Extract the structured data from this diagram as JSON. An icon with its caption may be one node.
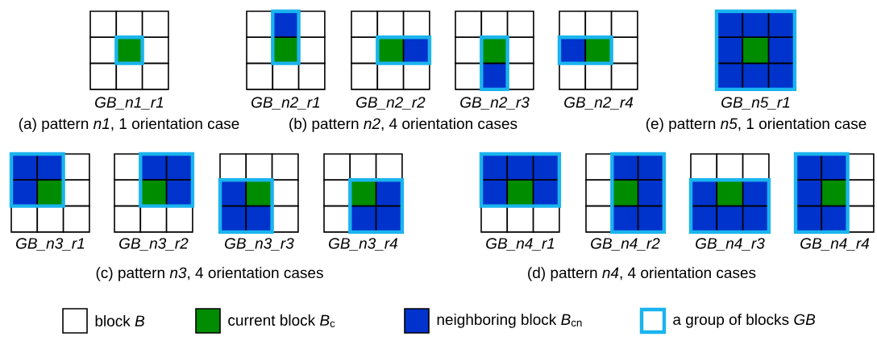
{
  "diagram": {
    "labels": [
      "GB_n1_r1",
      "GB_n2_r1",
      "GB_n2_r2",
      "GB_n2_r3",
      "GB_n2_r4",
      "GB_n5_r1",
      "(a) pattern *n1*, 1 orientation case",
      "(b) pattern *n2*, 4 orientation cases",
      "(e) pattern *n5*, 1 orientation case",
      "GB_n3_r1",
      "GB_n3_r2",
      "GB_n3_r3",
      "GB_n3_r4",
      "GB_n4_r1",
      "GB_n4_r2",
      "GB_n4_r3",
      "GB_n4_r4",
      "(c) pattern *n3*, 4 orientation cases",
      "(d) pattern *n4*, 4 orientation cases"
    ],
    "legend": [
      {
        "text": "block *B*"
      },
      {
        "text": "current block *B*$_{c}$",
        "color": "#008c00"
      },
      {
        "text": "neighboring block *B*$_{cn}$",
        "color": "#0033cc"
      },
      {
        "text": "a group of blocks *GB*"
      }
    ]
  }
}
